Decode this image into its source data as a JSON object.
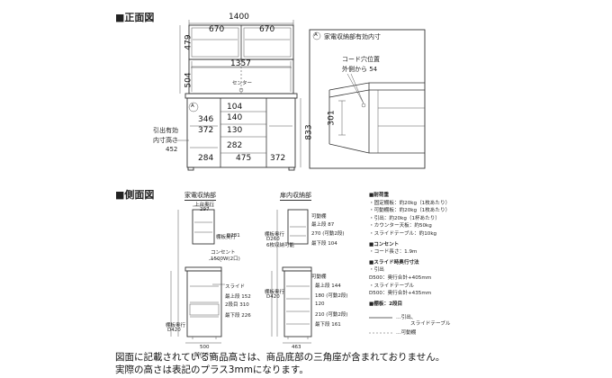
{
  "front": {
    "title": "■正面図",
    "total_width": "1400",
    "upper_w1": "670",
    "upper_w2": "670",
    "upper_h": "479",
    "inner_w": "1357",
    "mid_h": "504",
    "center": "センター",
    "marker": "A",
    "d104": "104",
    "d140": "140",
    "d346": "346",
    "d372a": "372",
    "d130": "130",
    "d282": "282",
    "d284": "284",
    "d475": "475",
    "d372b": "372",
    "d833": "833",
    "drawer_l1": "引出有効",
    "drawer_l2": "内寸高さ",
    "drawer_l3": "452"
  },
  "detail": {
    "marker": "A",
    "title": "家電収納部有効内寸",
    "note1": "コード穴位置",
    "note2": "外側から 54",
    "dim": "301"
  },
  "side": {
    "title": "■側面図",
    "left_label": "家電収納部",
    "right_label": "扉内収納部",
    "l_upper": "上台奥行",
    "l_upper_v": "297",
    "l_shelf": "棚板奥行",
    "l_shelf_v": "D281",
    "l_outlet": "コンセント",
    "l_outlet_v": "1500W(2口)",
    "l_slide": "スライド",
    "l_h1": "最上段 152",
    "l_h2": "2段目 310",
    "l_h3": "最下段 226",
    "l_lower": "棚板奥行",
    "l_lower_v": "D420",
    "l_depth": "500",
    "l_depth_note": "(脚付きD)",
    "r_tag": "可動棚",
    "r_h1": "最上段 87",
    "r_shelf": "棚板奥行",
    "r_shelf_v": "D260",
    "r_h2": "270 (可動2段)",
    "r_h3": "最下段 104",
    "r_fix": "6枚収納可能",
    "r_tag2": "可動棚",
    "r_lower": "棚板奥行",
    "r_lower_v": "D420",
    "r_h4": "最上段 144",
    "r_h5": "180 (可動2段)",
    "r_h6": "120",
    "r_h7": "210 (可動2段)",
    "r_h8": "最下段 161",
    "r_depth": "463"
  },
  "specs": {
    "h1": "■耐荷重",
    "s1": "・固定棚板：約20kg（1枚あたり）",
    "s2": "・可動棚板：約20kg（1枚あたり）",
    "s3": "・引出：約20kg（1杯あたり）",
    "s4": "・カウンター天板：約50kg",
    "s5": "・スライドテーブル：約10kg",
    "h2": "■コンセント",
    "s6": "・コード長さ：1.9m",
    "h3": "■スライド時奥行寸法",
    "s7": "・引出",
    "s8": "D500：奥行合計+405mm",
    "s9": "・スライドテーブル",
    "s10": "D500：奥行合計+435mm",
    "h4": "■棚板：2段目",
    "leg1": "…引出、",
    "leg1b": "スライドテーブル",
    "leg2": "…可動棚"
  },
  "footer": {
    "line1": "図面に記載されている商品高さは、商品底部の三角座が含まれておりません。",
    "line2": "実際の高さは表記のプラス3mmになります。"
  }
}
